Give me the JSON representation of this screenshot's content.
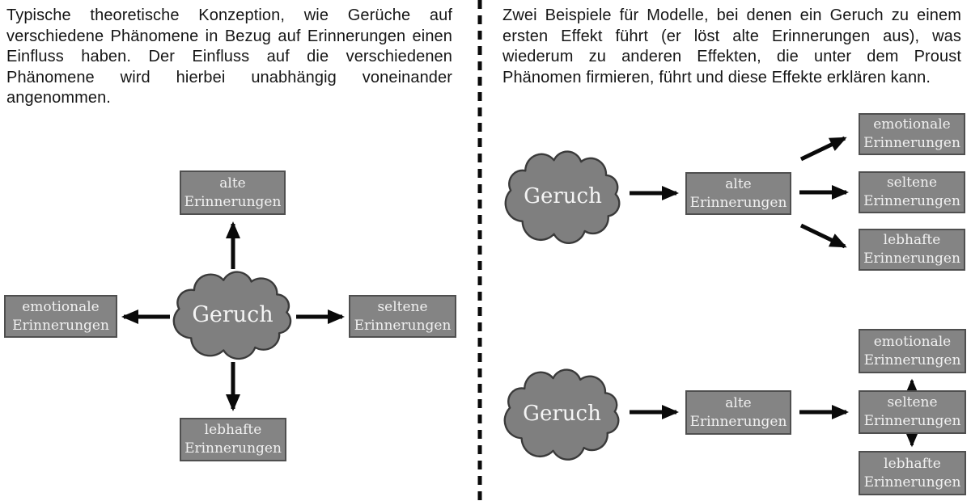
{
  "left_panel": {
    "description": "Typische theoretische Konzeption, wie Gerüche auf verschiedene Phänomene in Bezug auf Erinnerungen einen Einfluss haben. Der Einfluss auf die verschiedenen Phänomene wird hierbei unabhängig voneinander angenommen.",
    "cloud_label": "Geruch",
    "boxes": {
      "top": "alte Erinnerungen",
      "left": "emotionale Erinnerungen",
      "right": "seltene Erinnerungen",
      "bottom": "lebhafte Erinnerungen"
    }
  },
  "right_panel": {
    "description": "Zwei Beispiele für Modelle, bei denen ein Geruch zu einem ersten Effekt führt (er löst alte Erinnerungen aus), was wiederum zu anderen Effekten, die unter dem Proust Phänomen firmieren, führt und diese Effekte erklären kann.",
    "example1": {
      "cloud_label": "Geruch",
      "first_effect": "alte Erinnerungen",
      "effects": [
        "emotionale Erinnerungen",
        "seltene Erinnerungen",
        "lebhafte Erinnerungen"
      ]
    },
    "example2": {
      "cloud_label": "Geruch",
      "first_effect": "alte Erinnerungen",
      "chain": [
        "emotionale Erinnerungen",
        "seltene Erinnerungen",
        "lebhafte Erinnerungen"
      ]
    }
  },
  "colors": {
    "background": "#ffffff",
    "box_fill": "#848484",
    "box_border": "#4f4f4f",
    "box_text": "#f1f1f1",
    "cloud_fill": "#7f7f7f",
    "cloud_stroke": "#3a3a3a",
    "arrow": "#0a0a0a",
    "text": "#161616"
  }
}
